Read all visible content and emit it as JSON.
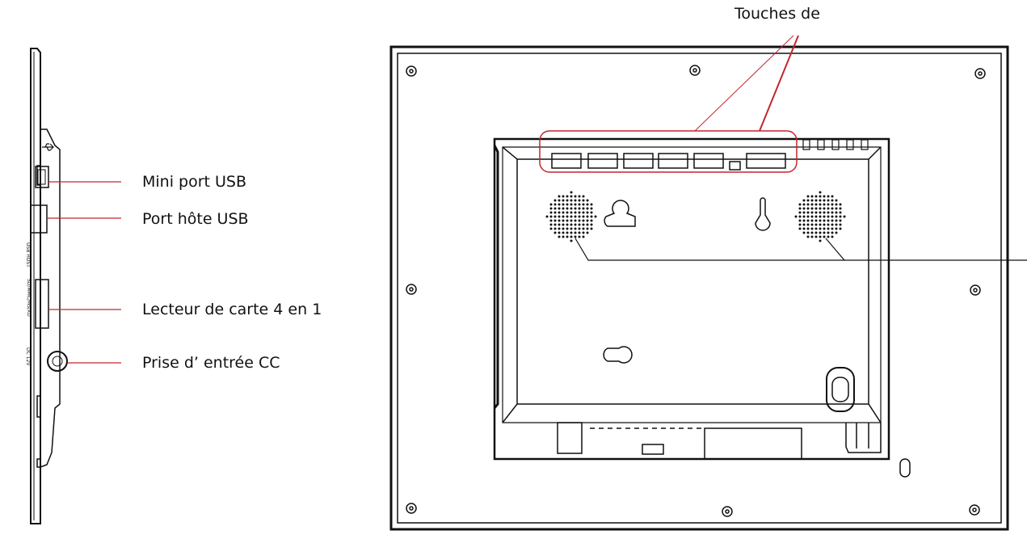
{
  "labels": {
    "mini_usb": "Mini port USB",
    "usb_host": "Port hôte USB",
    "card_reader": "Lecteur de carte 4 en 1",
    "dc_input": "Prise d’ entrée CC",
    "control_keys": "Touches de"
  },
  "side_markings": {
    "usb_host": "USB HOST",
    "card_slot": "SD/MMC/MS/XD",
    "dc": "DC 12V"
  },
  "colors": {
    "callout": "#c0272d",
    "stroke": "#111111"
  }
}
